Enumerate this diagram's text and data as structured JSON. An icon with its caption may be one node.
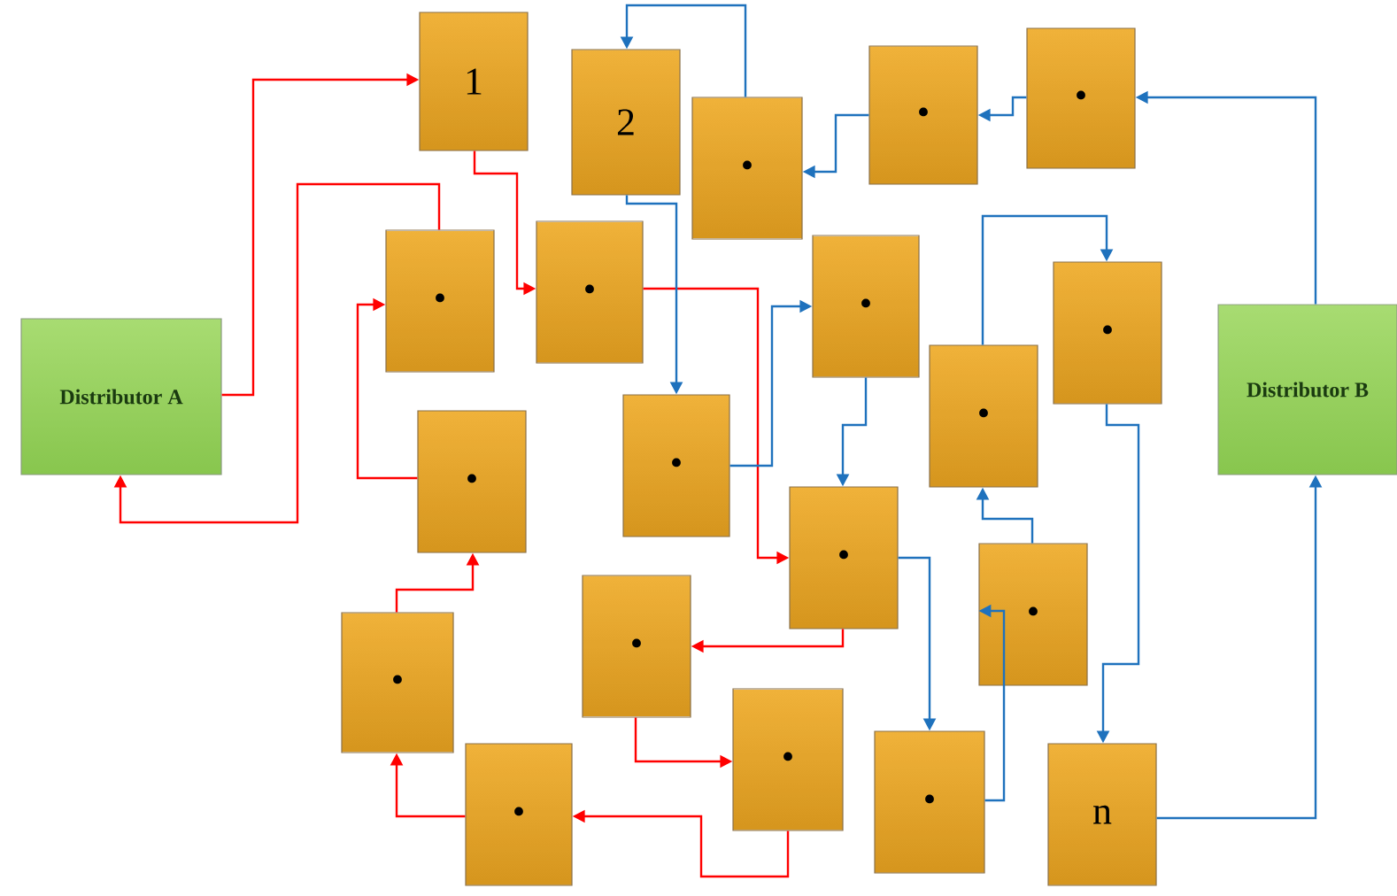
{
  "diagram": {
    "nodes": [
      {
        "text": [
          "Distributor A"
        ]
      },
      {
        "text": [
          "1"
        ]
      },
      {
        "text": [
          "2"
        ]
      },
      {
        "text": [
          "•"
        ]
      },
      {
        "text": [
          "•"
        ]
      },
      {
        "text": [
          "•"
        ]
      },
      {
        "text": [
          "•"
        ]
      },
      {
        "text": [
          "•"
        ]
      },
      {
        "text": [
          "•"
        ]
      },
      {
        "text": [
          "•"
        ]
      },
      {
        "text": [
          "Distributor B"
        ]
      },
      {
        "text": [
          "•"
        ]
      },
      {
        "text": [
          "•"
        ]
      },
      {
        "text": [
          "•"
        ]
      },
      {
        "text": [
          "•"
        ]
      },
      {
        "text": [
          "•"
        ]
      },
      {
        "text": [
          "•"
        ]
      },
      {
        "text": [
          "•"
        ]
      },
      {
        "text": [
          "•"
        ]
      },
      {
        "text": [
          "•"
        ]
      },
      {
        "text": [
          "•"
        ]
      },
      {
        "text": [
          "n"
        ]
      }
    ],
    "edges": [
      {
        "from": 0,
        "to": 1,
        "arrow": "to",
        "color": "#ff0000"
      },
      {
        "from": 6,
        "to": 0,
        "arrow": "to",
        "color": "#ff0000"
      },
      {
        "from": 1,
        "to": 7,
        "arrow": "to",
        "color": "#ff0000"
      },
      {
        "from": 13,
        "to": 6,
        "arrow": "to",
        "color": "#ff0000"
      },
      {
        "from": 7,
        "to": 14,
        "arrow": "to",
        "color": "#ff0000"
      },
      {
        "from": 14,
        "to": 16,
        "arrow": "to",
        "color": "#ff0000"
      },
      {
        "from": 16,
        "to": 18,
        "arrow": "to",
        "color": "#ff0000"
      },
      {
        "from": 18,
        "to": 20,
        "arrow": "to",
        "color": "#ff0000"
      },
      {
        "from": 20,
        "to": 17,
        "arrow": "to",
        "color": "#ff0000"
      },
      {
        "from": 17,
        "to": 13,
        "arrow": "to",
        "color": "#ff0000"
      },
      {
        "from": 10,
        "to": 5,
        "arrow": "to"
      },
      {
        "from": 5,
        "to": 4,
        "arrow": "to"
      },
      {
        "from": 4,
        "to": 3,
        "arrow": "to"
      },
      {
        "from": 3,
        "to": 2,
        "arrow": "to"
      },
      {
        "from": 2,
        "to": 12,
        "arrow": "to"
      },
      {
        "from": 12,
        "to": 8,
        "arrow": "to"
      },
      {
        "from": 8,
        "to": 14,
        "arrow": "to"
      },
      {
        "from": 14,
        "to": 19,
        "arrow": "to"
      },
      {
        "from": 19,
        "to": 15,
        "arrow": "to"
      },
      {
        "from": 15,
        "to": 11,
        "arrow": "to"
      },
      {
        "from": 11,
        "to": 9,
        "arrow": "to"
      },
      {
        "from": 9,
        "to": 21,
        "arrow": "to"
      },
      {
        "from": 21,
        "to": 10,
        "arrow": "to"
      }
    ]
  }
}
